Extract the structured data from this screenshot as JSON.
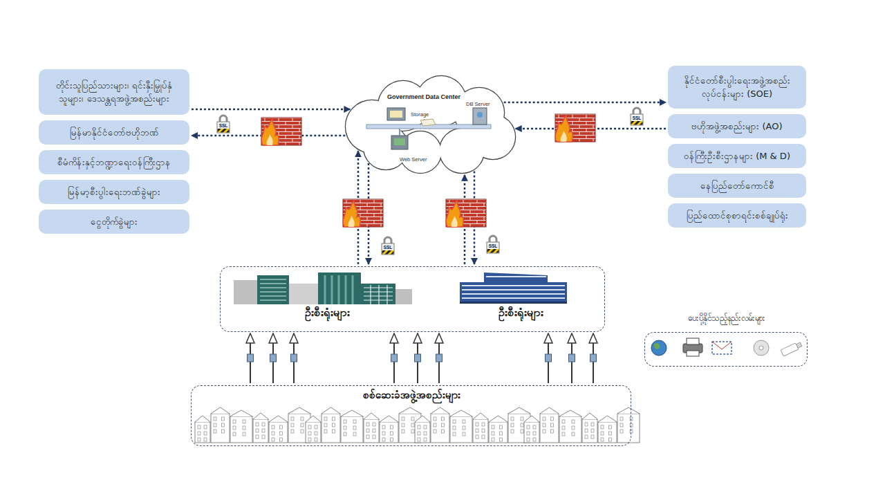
{
  "diagram": {
    "nodes": [
      {
        "text": [
          "တိုင်းသူပြည်သားများ၊ ရင်းနှီးမြှုပ်နှံသူများ၊ ဒေသန္တရအဖွဲ့အစည်းများ"
        ]
      },
      {
        "text": [
          "မြန်မာနိုင်ငံတော်ဗဟိုဘဏ်"
        ]
      },
      {
        "text": [
          "စီမံကိန်းနှင့်ဘဏ္ဍာရေးဝန်ကြီးဌာန"
        ]
      },
      {
        "text": [
          "မြန်မာ့စီးပွါးရေးဘဏ်ခွဲများ"
        ]
      },
      {
        "text": [
          "ငွေတိုက်ခွဲများ"
        ]
      },
      {
        "text": [
          "Government Data Center",
          "Storage",
          "DB Server",
          "Web Server"
        ]
      },
      {
        "text": [
          "နိုင်ငံတော်စီးပွါးရေးအဖွဲ့အစည်း လုပ်ငန်းများ (SOE)"
        ]
      },
      {
        "text": [
          "ဗဟိုအဖွဲ့အစည်းများ (AO)"
        ]
      },
      {
        "text": [
          "ဝန်ကြီးဦးစီးဌာနများ (M & D)"
        ]
      },
      {
        "text": [
          "နေပြည်တော်ကောင်စီ"
        ]
      },
      {
        "text": [
          "ပြည်ထောင်စုစာရင်းစစ်ချုပ်ရုံး"
        ]
      },
      {
        "text": [
          "ဦးစီးရုံးများ",
          "ဦးစီးရုံးများ"
        ]
      },
      {
        "text": [
          "ပေးပို့နိုင်သည့်နည်းလမ်းများ"
        ]
      },
      {
        "text": [
          "စစ်ဆေးခံအဖွဲ့အစည်းများ"
        ]
      }
    ],
    "edges": [
      {
        "from": 0,
        "to": 5,
        "arrow": "to"
      },
      {
        "from": 5,
        "to": 1,
        "arrow": "to"
      },
      {
        "from": 5,
        "to": 6,
        "arrow": "to"
      },
      {
        "from": 7,
        "to": 5,
        "arrow": "to"
      },
      {
        "from": 11,
        "to": 5,
        "arrow": "to"
      },
      {
        "from": 5,
        "to": 11,
        "arrow": "to"
      },
      {
        "from": 11,
        "to": 5,
        "arrow": "to"
      },
      {
        "from": 5,
        "to": 11,
        "arrow": "to"
      },
      {
        "from": 13,
        "to": 11,
        "arrow": "to"
      },
      {
        "from": 13,
        "to": 11,
        "arrow": "to"
      },
      {
        "from": 13,
        "to": 11,
        "arrow": "to"
      },
      {
        "from": 13,
        "to": 11,
        "arrow": "to"
      },
      {
        "from": 13,
        "to": 11,
        "arrow": "to"
      },
      {
        "from": 13,
        "to": 11,
        "arrow": "to"
      },
      {
        "from": 13,
        "to": 11,
        "arrow": "to"
      },
      {
        "from": 13,
        "to": 11,
        "arrow": "to"
      },
      {
        "from": 13,
        "to": 11,
        "arrow": "to"
      }
    ],
    "labels": [
      "SSL",
      "SSL",
      "SSL",
      "SSL"
    ]
  }
}
